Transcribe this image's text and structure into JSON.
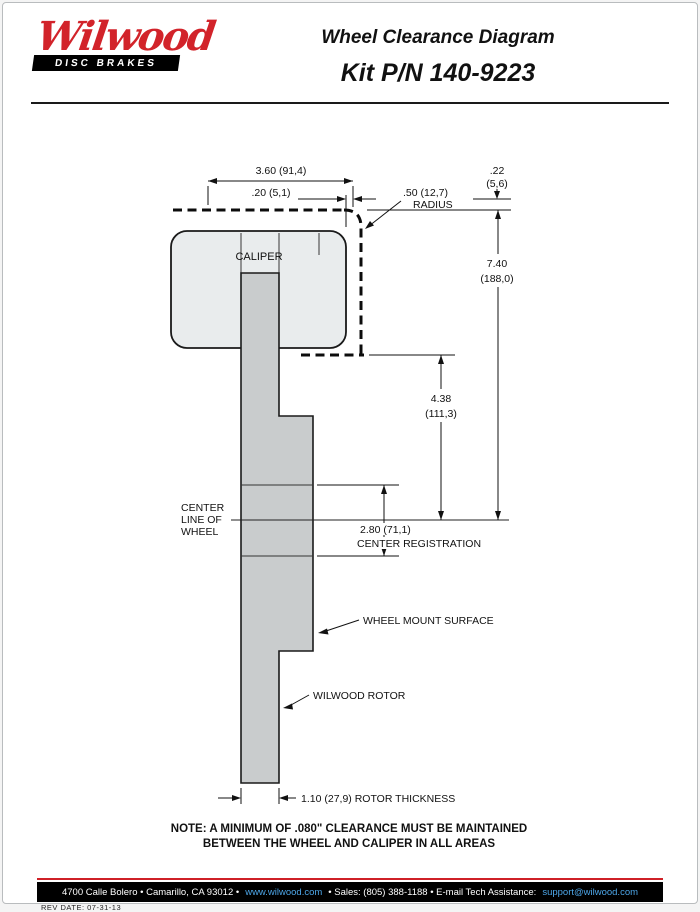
{
  "page": {
    "logo": {
      "brand": "Wilwood",
      "tagline": "DISC BRAKES"
    },
    "header": {
      "title": "Wheel Clearance Diagram",
      "kit": "Kit P/N 140-9223"
    }
  },
  "colors": {
    "brand_red": "#d2232a",
    "link_blue": "#4da6e8"
  },
  "diagram": {
    "labels": {
      "caliper": "CALIPER",
      "radius_1": ".50 (12,7)",
      "radius_2": "RADIUS",
      "center_line_1": "CENTER",
      "center_line_2": "LINE OF",
      "center_line_3": "WHEEL",
      "wheel_mount": "WHEEL MOUNT SURFACE",
      "rotor": "WILWOOD ROTOR"
    },
    "dims": {
      "width": "3.60 (91,4)",
      "gap": ".20 (5,1)",
      "lip_1": ".22",
      "lip_2": "(5,6)",
      "height_1": "7.40",
      "height_2": "(188,0)",
      "depth_1": "4.38",
      "depth_2": "(111,3)",
      "reg_1": "2.80 (71,1)",
      "reg_2": "CENTER REGISTRATION",
      "thickness": "1.10 (27,9) ROTOR THICKNESS"
    },
    "note_1": "NOTE: A MINIMUM OF .080\" CLEARANCE MUST BE MAINTAINED",
    "note_2": "BETWEEN THE WHEEL AND CALIPER IN ALL AREAS"
  },
  "footer": {
    "address": "4700 Calle Bolero • Camarillo, CA 93012 •",
    "url": "www.wilwood.com",
    "middle": "• Sales: (805) 388-1188 • E-mail Tech Assistance:",
    "email": "support@wilwood.com",
    "rev": "REV DATE:  07-31-13"
  }
}
